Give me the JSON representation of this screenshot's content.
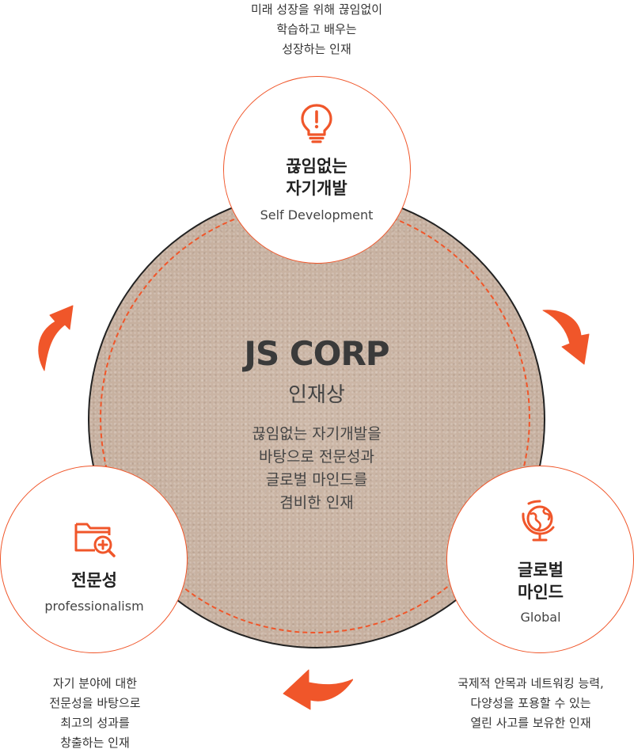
{
  "center": {
    "title": "JS CORP",
    "subtitle": "인재상",
    "description_lines": [
      "끊임없는 자기개발을",
      "바탕으로 전문성과",
      "글로벌 마인드를",
      "겸비한 인재"
    ]
  },
  "nodes": {
    "top": {
      "icon": "lightbulb-icon",
      "title_lines": [
        "끊임없는",
        "자기개발"
      ],
      "english": "Self Development",
      "caption_lines": [
        "미래 성장을 위해 끊임없이",
        "학습하고 배우는",
        "성장하는 인재"
      ]
    },
    "left": {
      "icon": "folder-search-icon",
      "title_lines": [
        "전문성"
      ],
      "english": "professionalism",
      "caption_lines": [
        "자기 분야에 대한",
        "전문성을 바탕으로",
        "최고의 성과를",
        "창출하는 인재"
      ]
    },
    "right": {
      "icon": "globe-icon",
      "title_lines": [
        "글로벌",
        "마인드"
      ],
      "english": "Global",
      "caption_lines": [
        "국제적 안목과 네트워킹 능력,",
        "다양성을 포용할 수 있는",
        "열린 사고를 보유한 인재"
      ]
    }
  },
  "colors": {
    "accent": "#f0562a",
    "disc": "#c9b3a3",
    "outline": "#222222"
  },
  "arrows": [
    "arrow-up-right-icon",
    "arrow-down-right-icon",
    "arrow-left-icon"
  ]
}
